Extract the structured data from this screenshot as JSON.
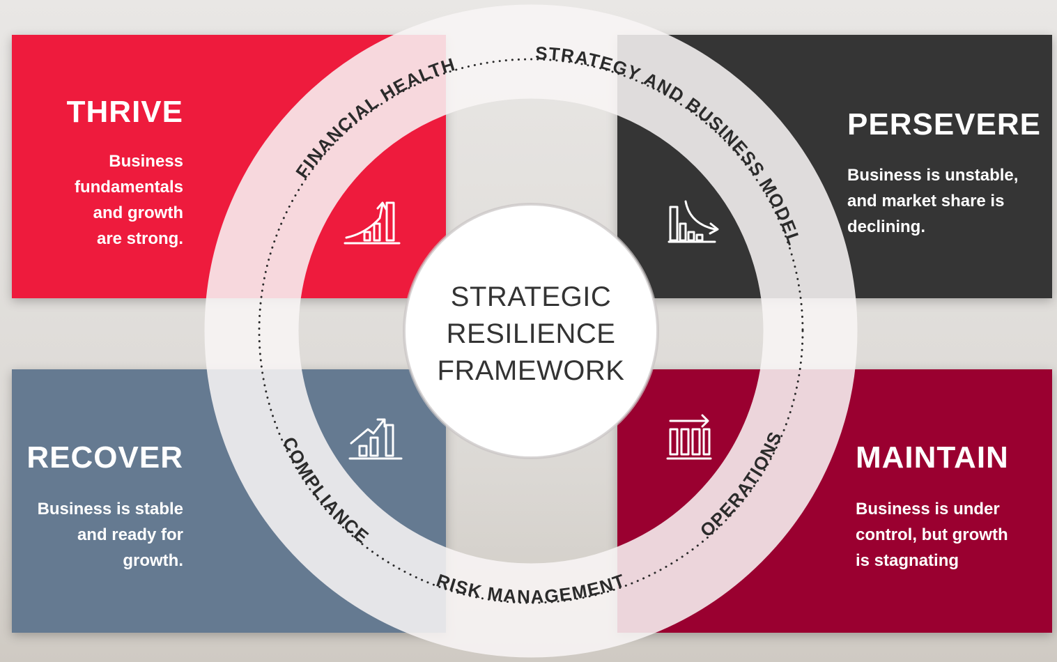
{
  "quadrants": {
    "thrive": {
      "title": "THRIVE",
      "desc": [
        "Business",
        "fundamentals",
        "and growth",
        "are strong."
      ]
    },
    "persevere": {
      "title": "PERSEVERE",
      "desc": [
        "Business is unstable,",
        "and market share is",
        "declining."
      ]
    },
    "recover": {
      "title": "RECOVER",
      "desc": [
        "Business is stable",
        "and ready for",
        "growth."
      ]
    },
    "maintain": {
      "title": "MAINTAIN",
      "desc": [
        "Business is under",
        "control, but growth",
        "is stagnating"
      ]
    }
  },
  "ring_labels": {
    "strategy": "STRATEGY AND BUSINESS MODEL",
    "financial": "FINANCIAL HEALTH",
    "compliance": "COMPLIANCE",
    "operations": "OPERATIONS",
    "risk": "RISK MANAGEMENT"
  },
  "center": {
    "lines": [
      "STRATEGIC",
      "RESILIENCE",
      "FRAMEWORK"
    ]
  },
  "icons": {
    "thrive": "growth-chart-icon",
    "persevere": "decline-chart-icon",
    "recover": "upward-trend-chart-icon",
    "maintain": "steady-bars-icon"
  },
  "colors": {
    "thrive": "#ee1b3d",
    "persevere": "#353535",
    "recover": "#657a91",
    "maintain": "#9a0030"
  }
}
